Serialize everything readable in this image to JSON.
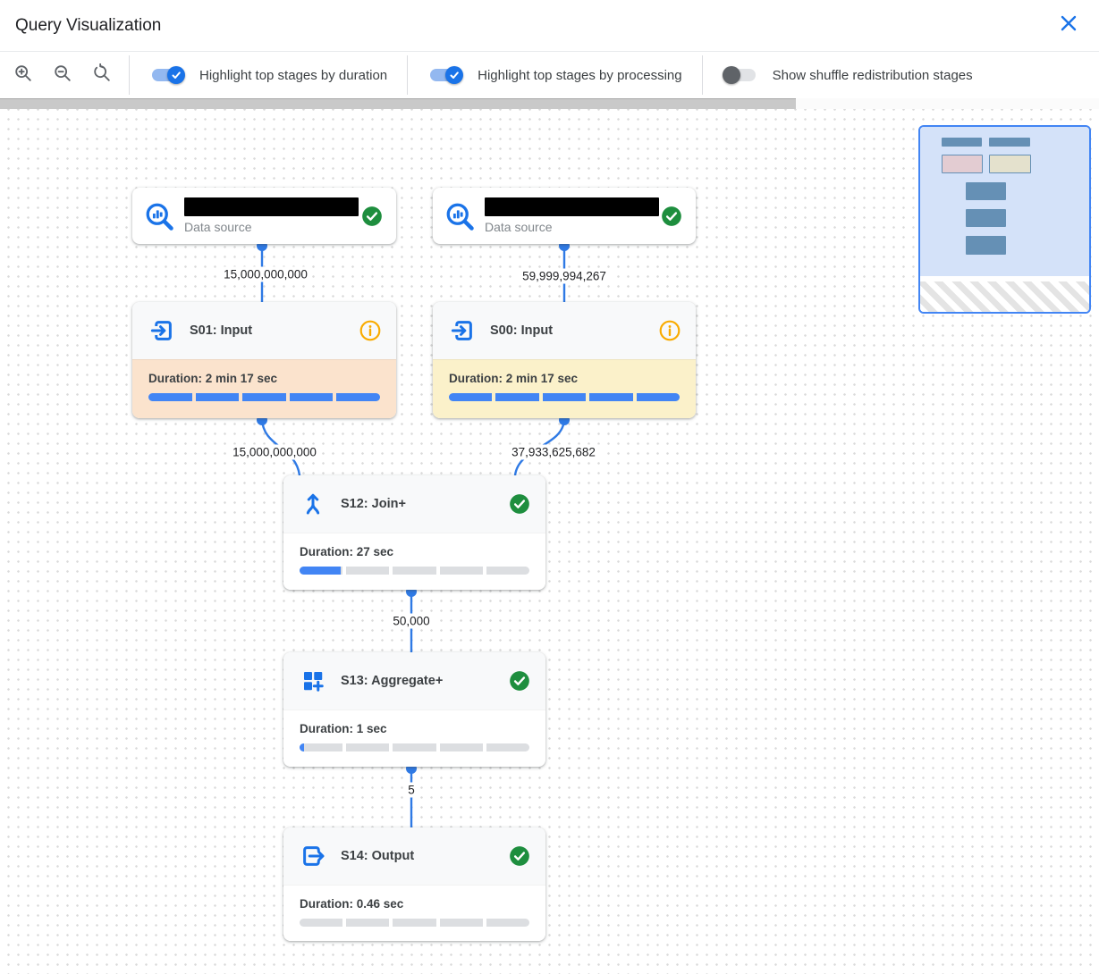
{
  "dialog": {
    "title": "Query Visualization"
  },
  "toolbar": {
    "zoom_controls": [
      {
        "name": "zoom-in"
      },
      {
        "name": "zoom-out"
      },
      {
        "name": "zoom-reset"
      }
    ],
    "toggles": [
      {
        "label": "Highlight top stages by duration",
        "state": "on"
      },
      {
        "label": "Highlight top stages by processing",
        "state": "on"
      },
      {
        "label": "Show shuffle redistribution stages",
        "state": "off"
      }
    ]
  },
  "canvas": {
    "sources": [
      {
        "label": "Data source",
        "status": "completed",
        "icon": "bigquery-source-icon",
        "name_redacted": true
      },
      {
        "label": "Data source",
        "status": "completed",
        "icon": "bigquery-source-icon",
        "name_redacted": true
      }
    ],
    "stages": [
      {
        "title": "S01: Input",
        "duration": "Duration: 2 min 17 sec",
        "progress_percent": 100,
        "highlight": "peach",
        "status": "info",
        "icon": "input-icon"
      },
      {
        "title": "S00: Input",
        "duration": "Duration: 2 min 17 sec",
        "progress_percent": 100,
        "highlight": "yellow",
        "status": "info",
        "icon": "input-icon"
      },
      {
        "title": "S12: Join+",
        "duration": "Duration: 27 sec",
        "progress_percent": 19,
        "highlight": "none",
        "status": "completed",
        "icon": "join-icon"
      },
      {
        "title": "S13: Aggregate+",
        "duration": "Duration: 1 sec",
        "progress_percent": 2,
        "highlight": "none",
        "status": "completed",
        "icon": "aggregate-icon"
      },
      {
        "title": "S14: Output",
        "duration": "Duration: 0.46 sec",
        "progress_percent": 0,
        "highlight": "none",
        "status": "completed",
        "icon": "output-icon"
      }
    ],
    "edge_labels": {
      "ds1_to_s01": "15,000,000,000",
      "ds2_to_s00": "59,999,994,267",
      "s01_to_s12": "15,000,000,000",
      "s00_to_s12": "37,933,625,682",
      "s12_to_s13": "50,000",
      "s13_to_s14": "5"
    }
  },
  "icons": {
    "close": "close-icon",
    "status_completed": "check-circle-icon",
    "status_info": "info-circle-icon"
  },
  "colors": {
    "accent_blue": "#1a73e8",
    "progress_blue": "#4285f4",
    "success_green": "#1e8e3e",
    "info_orange": "#f9ab00",
    "highlight_peach": "#fbe3cd",
    "highlight_yellow": "#fbf1ca",
    "minimap_blue": "#d4e2f9"
  }
}
